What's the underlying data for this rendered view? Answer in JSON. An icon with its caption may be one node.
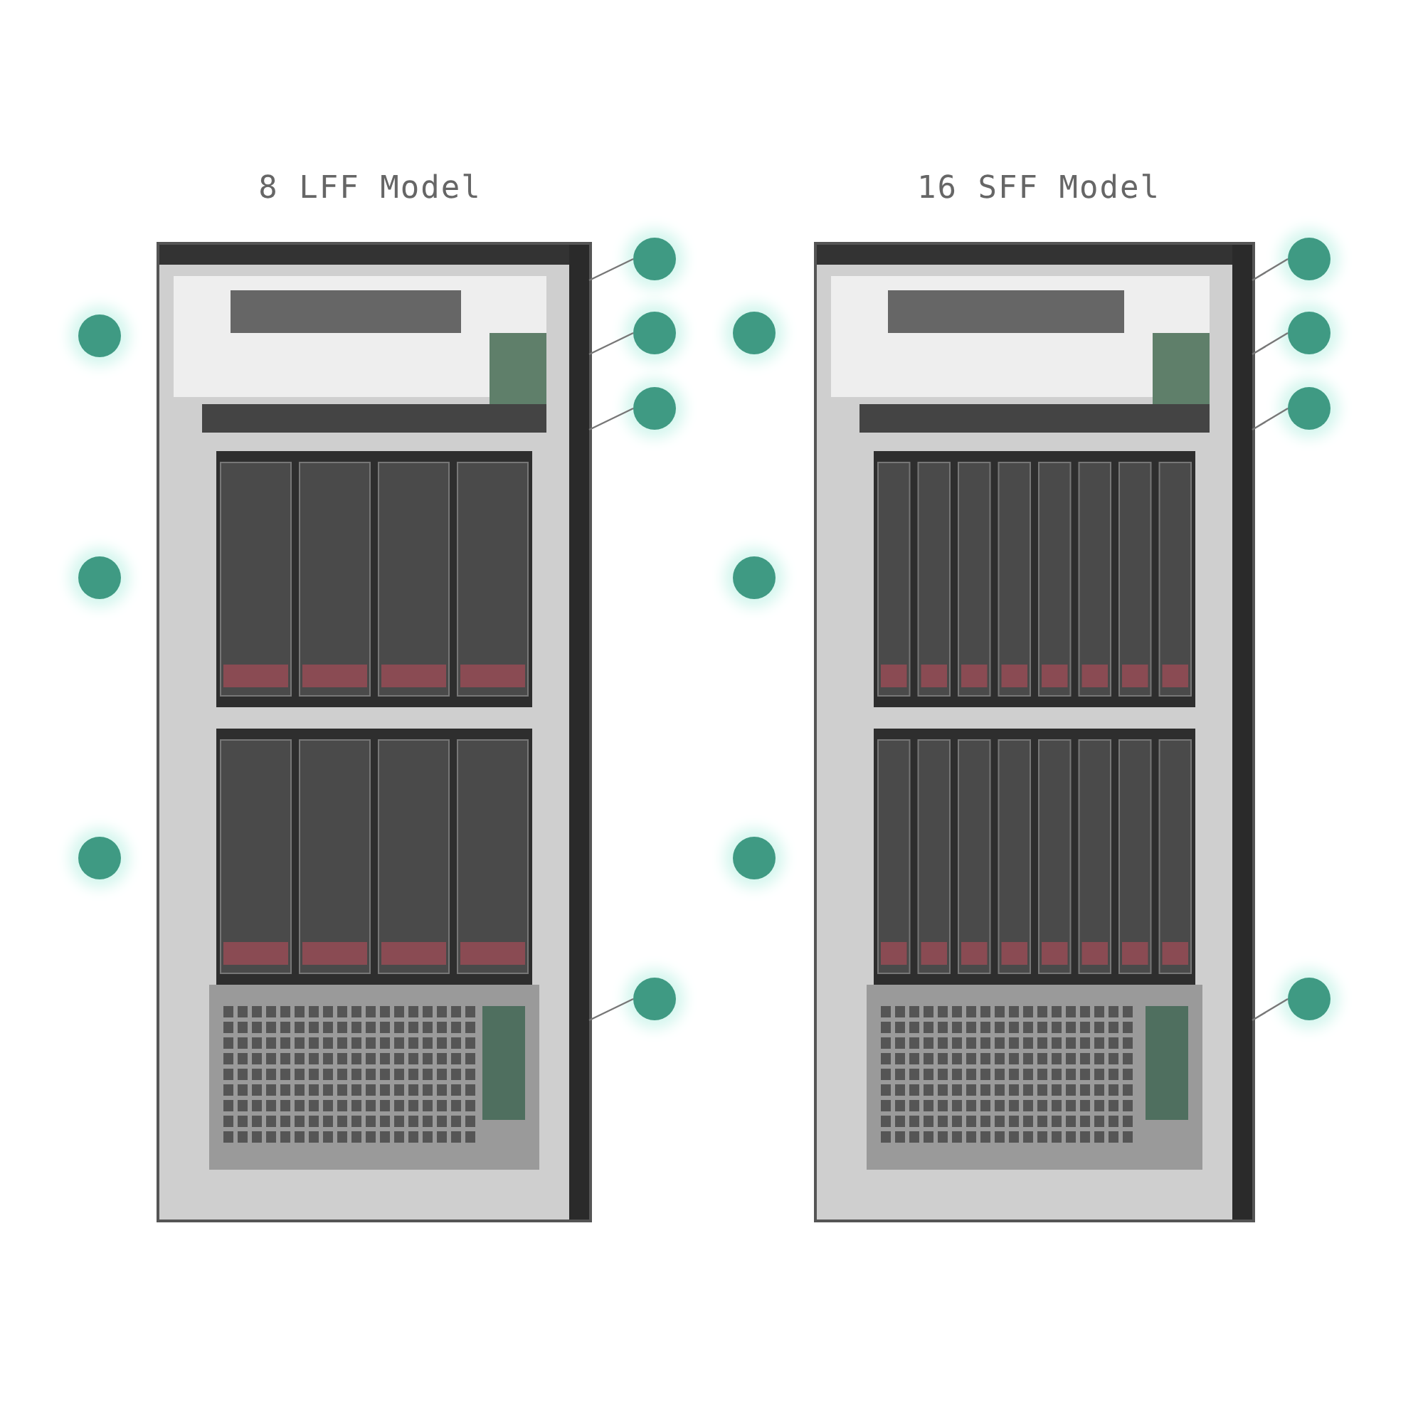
{
  "diagram": {
    "nodes": [
      {
        "text": [],
        "shape": "picture"
      },
      {
        "text": [],
        "shape": "picture"
      },
      {
        "text": [],
        "shape": "circle"
      },
      {
        "text": [],
        "shape": "circle"
      },
      {
        "text": [],
        "shape": "circle"
      },
      {
        "text": [],
        "shape": "circle"
      },
      {
        "text": [],
        "shape": "circle"
      },
      {
        "text": [],
        "shape": "circle"
      },
      {
        "text": [],
        "shape": "circle"
      },
      {
        "text": [],
        "shape": "circle"
      },
      {
        "text": [],
        "shape": "circle"
      },
      {
        "text": [],
        "shape": "circle"
      },
      {
        "text": [],
        "shape": "circle"
      },
      {
        "text": [],
        "shape": "circle"
      },
      {
        "text": [],
        "shape": "circle"
      },
      {
        "text": [],
        "shape": "circle"
      }
    ],
    "edges": [
      {
        "from": 3,
        "to": 0,
        "arrow": "none"
      },
      {
        "from": 4,
        "to": 0,
        "arrow": "none"
      },
      {
        "from": 5,
        "to": 0,
        "arrow": "none"
      },
      {
        "from": 8,
        "to": 0,
        "arrow": "none"
      },
      {
        "from": 10,
        "to": 1,
        "arrow": "none"
      },
      {
        "from": 11,
        "to": 1,
        "arrow": "none"
      },
      {
        "from": 12,
        "to": 1,
        "arrow": "none"
      },
      {
        "from": 15,
        "to": 1,
        "arrow": "none"
      }
    ],
    "labels": [
      "8 LFF Model",
      "16 SFF Model"
    ]
  }
}
